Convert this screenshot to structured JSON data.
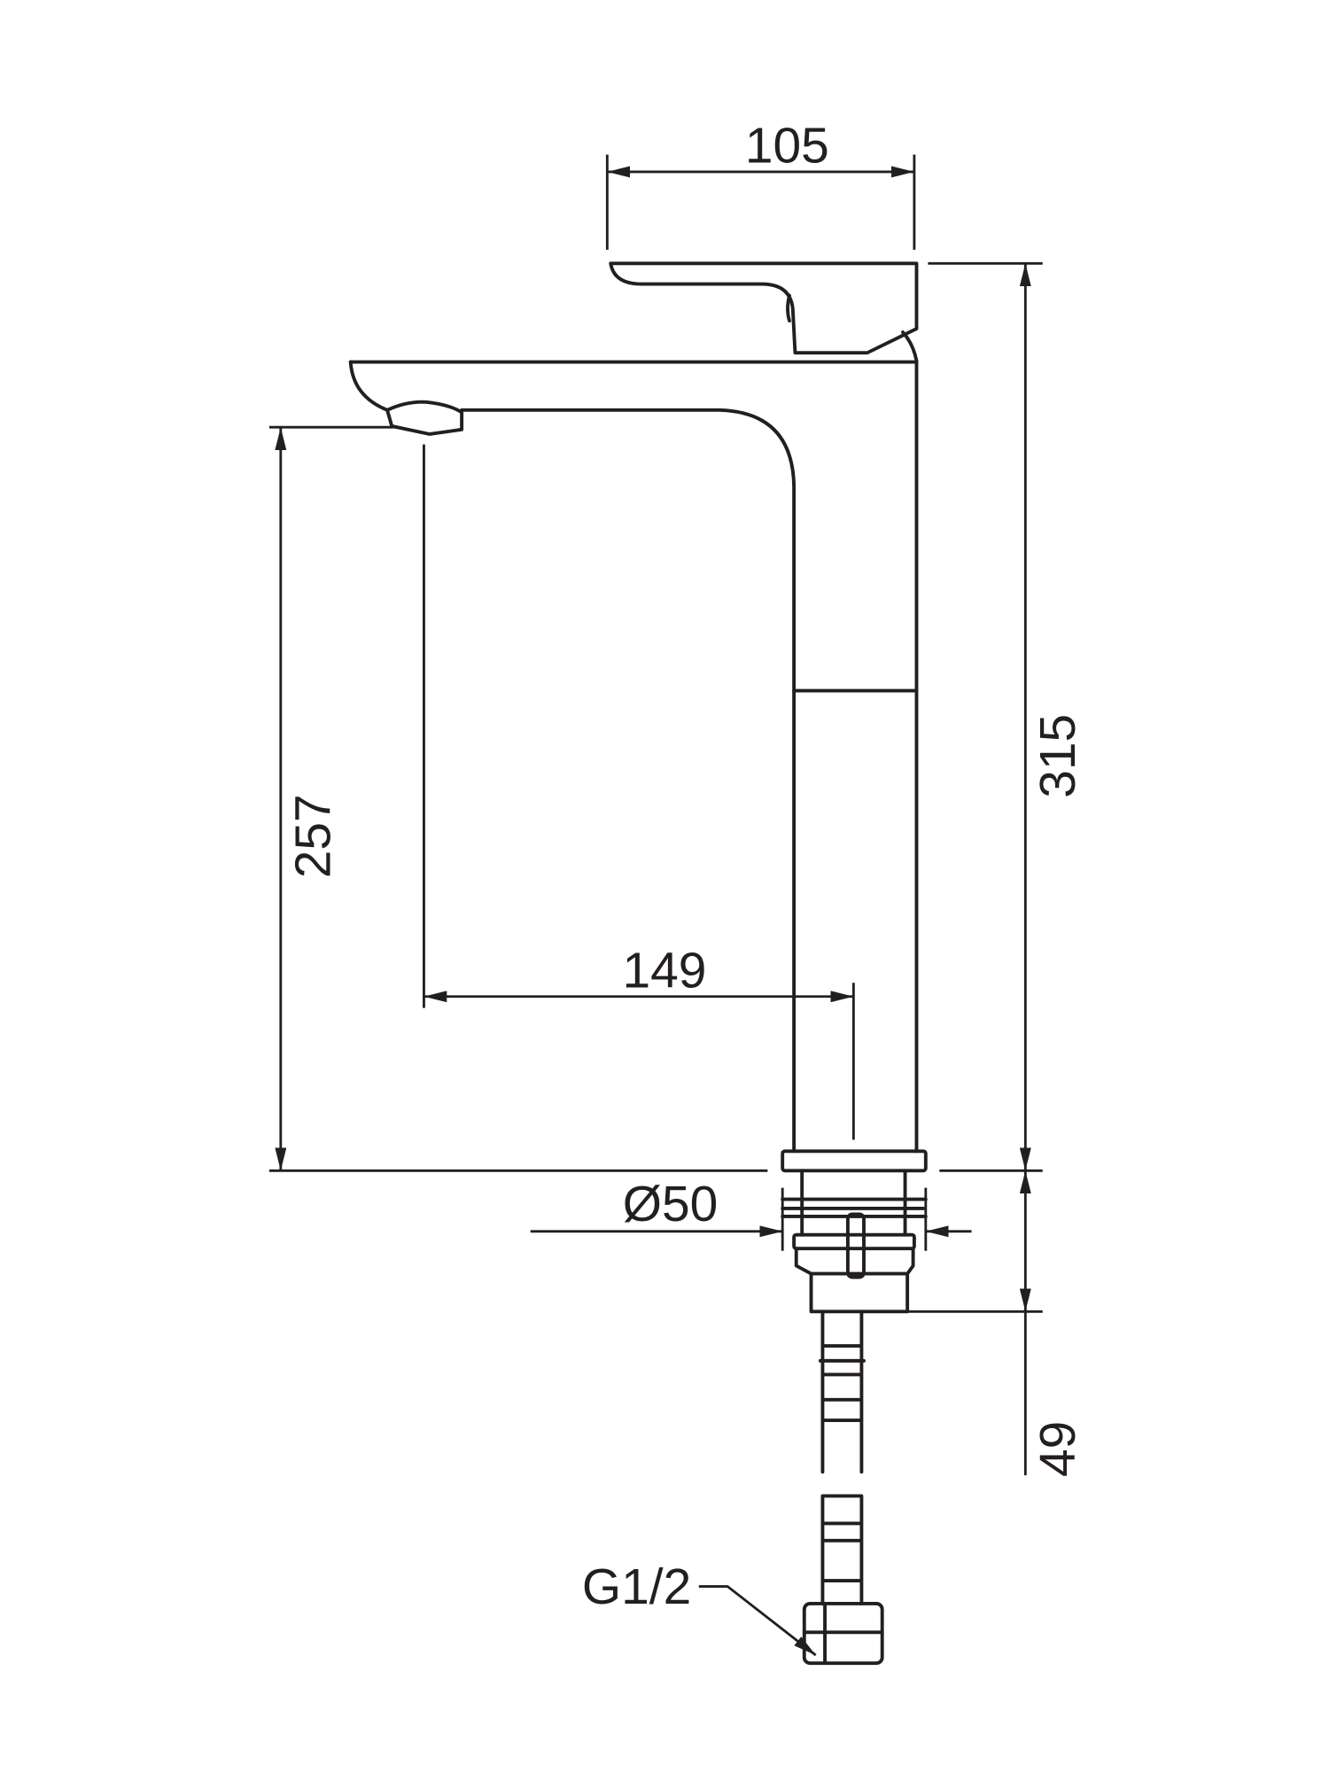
{
  "drawing": {
    "dimensions": {
      "handle_width": "105",
      "total_height": "315",
      "spout_height": "257",
      "spout_reach": "149",
      "base_diameter": "Ø50",
      "below_deck": "49",
      "connection_thread": "G1/2"
    },
    "line_color": "#231f20"
  }
}
